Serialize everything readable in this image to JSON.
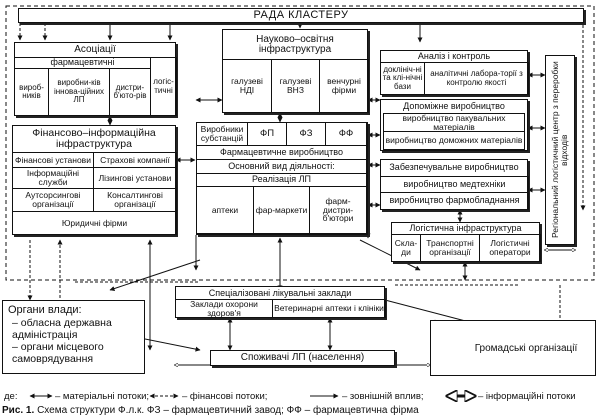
{
  "council": "РАДА КЛАСТЕРУ",
  "associations": {
    "title": "Асоціації",
    "pharma": "фармацевтичні",
    "logistic": "логіс-тичні",
    "producers": "вироб-ників",
    "innov": "виробни-ків іннова-ційних ЛП",
    "distrib": "дистри-б'юто-рів"
  },
  "science": {
    "title": "Науково–освітня інфраструктура",
    "nii": "галузеві НДІ",
    "vnz": "галузеві ВНЗ",
    "venture": "венчурні фірми"
  },
  "analysis": {
    "title": "Аналіз і контроль",
    "clinic": "доклініч-ні та клі-нічні бази",
    "lab": "аналітичні лабора-торії з контролю якості"
  },
  "aux": {
    "title": "Допоміжне виробництво",
    "packing": "виробництво пакувальних матеріалів",
    "auxmat": "виробництво доможних матеріалів"
  },
  "regional_center": "Регіональний логістичний центр з переробки відходів",
  "finance": {
    "title": "Фінансово–інформаційна інфраструктура",
    "fin_inst": "Фінансові установи",
    "insurance": "Страхові компанії",
    "info": "Інформаційні служби",
    "leasing": "Лізингові установи",
    "outsourcing": "Аутсорсингові організації",
    "consulting": "Консалтингові організації",
    "legal": "Юридичні фірми"
  },
  "core": {
    "substances": "Виробники субстанцій",
    "fp": "ФП",
    "fz": "ФЗ",
    "ff": "ФФ",
    "pharma_prod": "Фармацевтичне виробництво",
    "main_activity": "Основний вид діяльності:",
    "sales": "Реалізація ЛП",
    "pharmacies": "аптеки",
    "pharmamarkets": "фар-маркети",
    "distributors": "фарм-дистри-б'ютори"
  },
  "support": {
    "title": "Забезпечувальне виробництво",
    "medtech": "виробництво медтехніки",
    "equipment": "виробництво фармобладнання"
  },
  "logistic_infra": {
    "title": "Логістична інфраструктура",
    "warehouses": "Скла-ди",
    "transport": "Транспортні організації",
    "operators": "Логістичні оператори"
  },
  "medical": {
    "title": "Спеціалізовані лікувальні заклади",
    "health": "Заклади охорони здоров'я",
    "vet": "Ветеринарні аптеки і клініки"
  },
  "authorities": {
    "title": "Органи влади:",
    "items": [
      "– обласна державна адміністрація",
      "– органи місцевого самоврядування"
    ]
  },
  "public_orgs": "Громадські організації",
  "consumers": "Споживачі ЛП (населення)",
  "legend": {
    "where": "де:",
    "material": "– матеріальні потоки;",
    "financial": "– фінансові потоки;",
    "external": "– зовнішній вплив;",
    "info": "– інформаційні потоки"
  },
  "caption": {
    "label": "Рис. 1.",
    "text": "Схема структури Ф.л.к. ФЗ – фармацевтичний завод; ФФ – фармацевтична фірма"
  }
}
